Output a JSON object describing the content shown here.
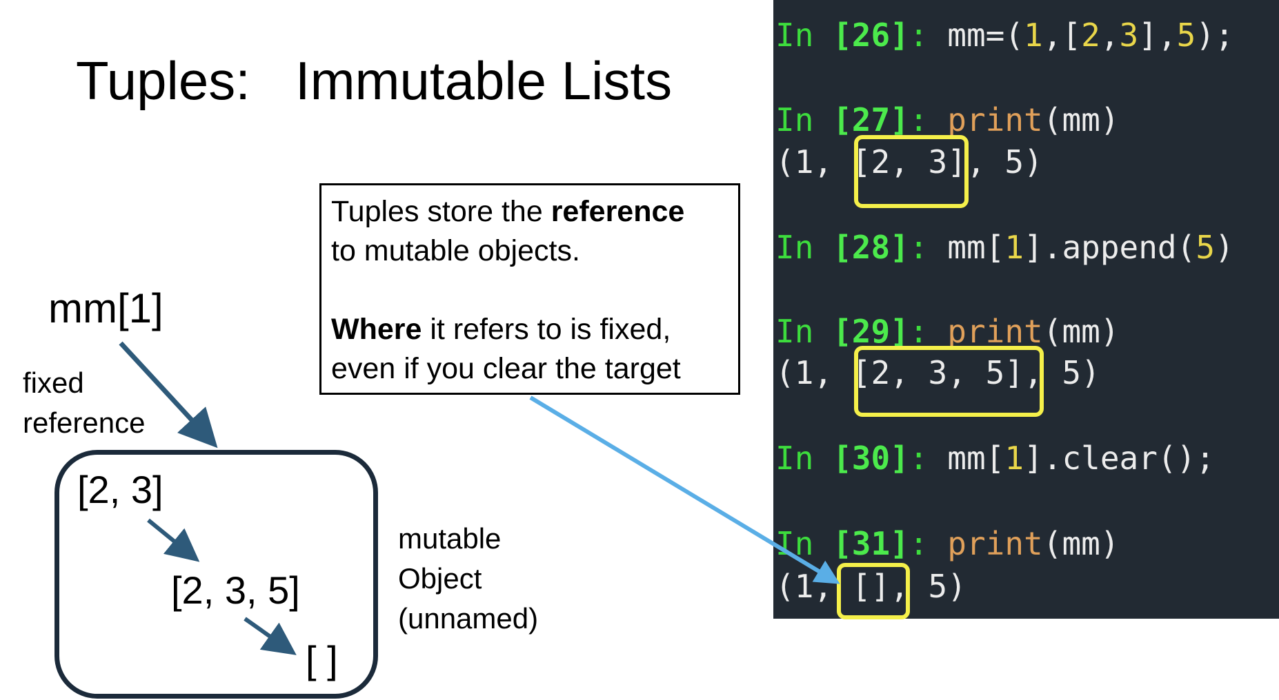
{
  "title": "Tuples:   Immutable Lists",
  "callout": {
    "line1_pre": "Tuples store the ",
    "line1_bold": "reference",
    "line2": "to mutable objects.",
    "line3_bold": "Where",
    "line3_rest": " it refers to is fixed,",
    "line4": "even if you clear the target"
  },
  "left_diagram": {
    "name_label": "mm[1]",
    "fixed_line1": "fixed",
    "fixed_line2": "reference",
    "value_first": "[2, 3]",
    "value_second": "[2, 3, 5]",
    "value_third": "[ ]",
    "object_line1": "mutable",
    "object_line2": "Object",
    "object_line3": "(unnamed)"
  },
  "terminal": {
    "prompt_in": "In ",
    "colon": ": ",
    "lines": [
      {
        "num": "[26]",
        "code": "mm=(1,[2,3],5);"
      },
      {
        "num": "[27]",
        "code": "print(mm)",
        "output": "(1, [2, 3], 5)"
      },
      {
        "num": "[28]",
        "code": "mm[1].append(5)"
      },
      {
        "num": "[29]",
        "code": "print(mm)",
        "output": "(1, [2, 3, 5], 5)"
      },
      {
        "num": "[30]",
        "code": "mm[1].clear();"
      },
      {
        "num": "[31]",
        "code": "print(mm)",
        "output": "(1, [], 5)"
      }
    ]
  },
  "colors": {
    "terminal_bg": "#222a33",
    "highlight": "#f5f04a",
    "arrow_dark": "#2e5a7a",
    "arrow_blue": "#5aaee6",
    "box_border": "#1b2a3a"
  }
}
